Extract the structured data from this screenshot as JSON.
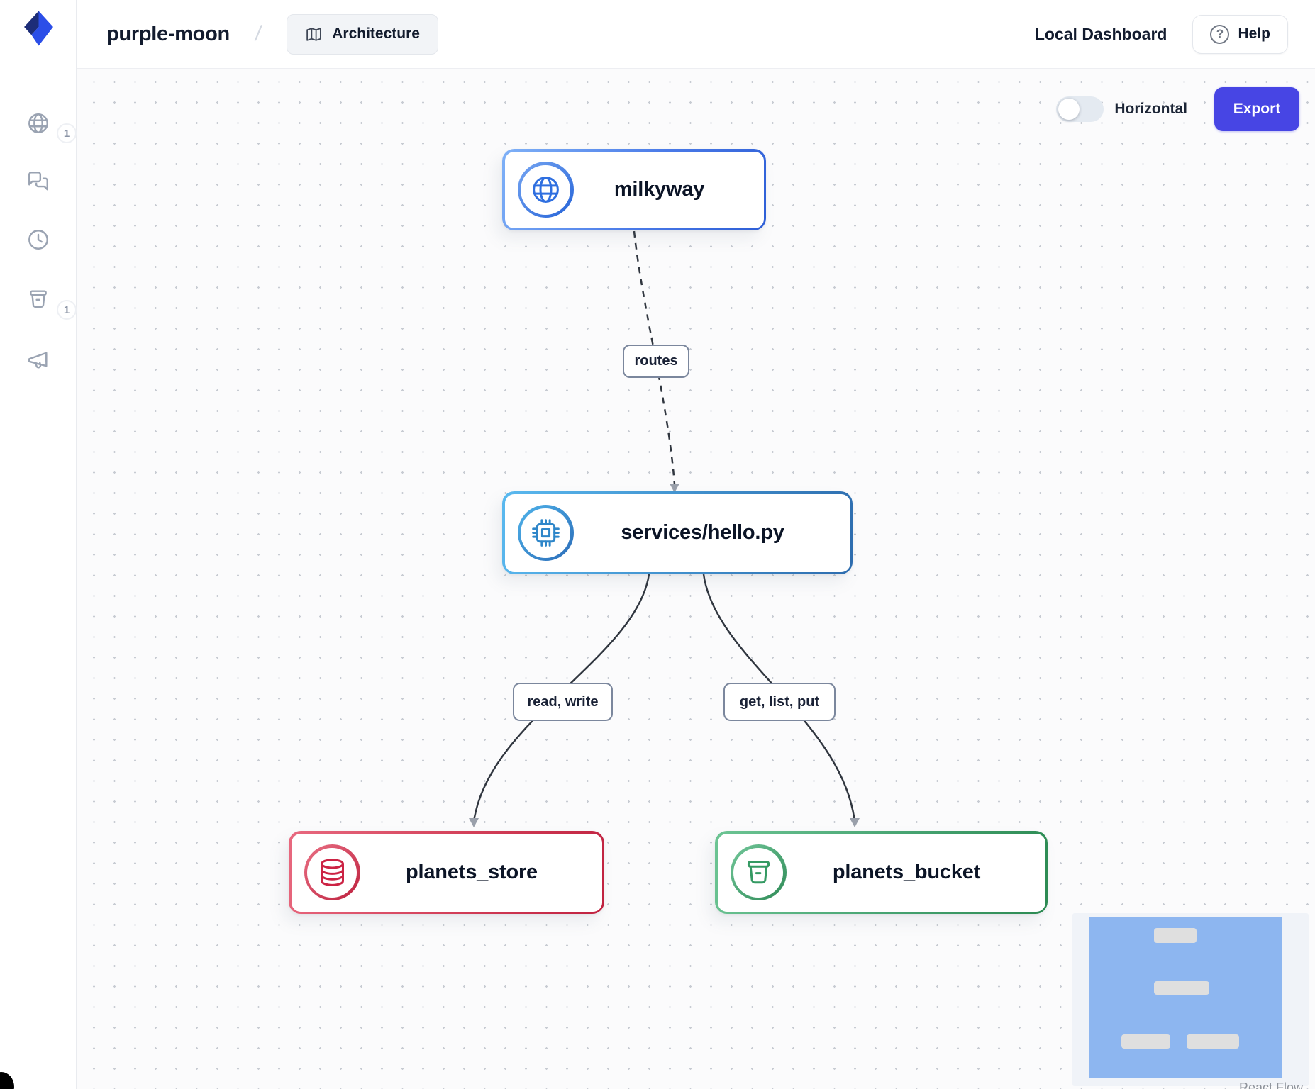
{
  "header": {
    "project": "purple-moon",
    "separator": "/",
    "architecture": "Architecture",
    "local_dashboard": "Local Dashboard",
    "help": "Help",
    "help_icon_glyph": "?"
  },
  "sidebar": {
    "items": [
      {
        "icon": "globe-icon",
        "badge": "1"
      },
      {
        "icon": "chat-bubbles-icon",
        "badge": ""
      },
      {
        "icon": "clock-icon",
        "badge": ""
      },
      {
        "icon": "bucket-icon",
        "badge": "1"
      },
      {
        "icon": "megaphone-icon",
        "badge": ""
      }
    ]
  },
  "canvas": {
    "controls": {
      "toggle_label": "Horizontal",
      "toggle_state": "off",
      "export_label": "Export"
    },
    "attribution": "React Flow",
    "nodes": [
      {
        "id": "milkyway",
        "label": "milkyway",
        "icon": "globe-icon",
        "accent": "#3b72dd"
      },
      {
        "id": "services-hello",
        "label": "services/hello.py",
        "icon": "cpu-chip-icon",
        "accent": "#3e8fcb"
      },
      {
        "id": "planets_store",
        "label": "planets_store",
        "icon": "database-icon",
        "accent": "#c92747"
      },
      {
        "id": "planets_bucket",
        "label": "planets_bucket",
        "icon": "bucket-icon",
        "accent": "#3a9e68"
      }
    ],
    "edges": [
      {
        "from": "milkyway",
        "to": "services-hello",
        "label": "routes",
        "style": "dashed"
      },
      {
        "from": "services-hello",
        "to": "planets_store",
        "label": "read, write",
        "style": "solid"
      },
      {
        "from": "services-hello",
        "to": "planets_bucket",
        "label": "get, list, put",
        "style": "solid"
      }
    ]
  },
  "colors": {
    "export_button": "#4745e4",
    "toggle_track": "#e4eaf1",
    "minimap_viewport": "#8db6f0",
    "edge_line": "#30363f",
    "arrowhead": "#9aa0ab"
  }
}
